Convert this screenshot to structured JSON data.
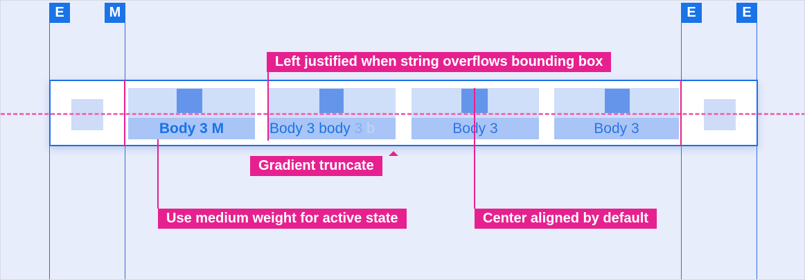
{
  "markers": [
    {
      "label": "E"
    },
    {
      "label": "M"
    },
    {
      "label": "E"
    },
    {
      "label": "E"
    }
  ],
  "tab_bar": {
    "tabs": [
      {
        "label": "Body 3 M",
        "state": "active",
        "align": "center"
      },
      {
        "label": "Body 3 body 3 b",
        "align": "left",
        "truncation": "gradient",
        "segments": [
          {
            "text": "Body 3 body ",
            "color": "#1a73e8"
          },
          {
            "text": "3",
            "color": "#84abf1"
          },
          {
            "text": " b",
            "color": "#c3d5fa"
          }
        ]
      },
      {
        "label": "Body 3",
        "align": "center"
      },
      {
        "label": "Body 3",
        "align": "center"
      }
    ]
  },
  "annotations": {
    "left_justified": "Left justified when string overflows bounding box",
    "gradient_truncate": "Gradient truncate",
    "medium_weight": "Use medium weight for active state",
    "center_aligned": "Center aligned by default"
  },
  "colors": {
    "accent_blue": "#1a73e8",
    "guide_blue": "#2e6fde",
    "annotation_pink": "#e6218f",
    "baseline_pink": "#ee6eb5",
    "tab_icon_blue": "#6595eb",
    "tab_icon_row_bg": "#cfdef9",
    "tab_label_row_bg": "#a9c5f7",
    "placeholder_square": "#cedcf8",
    "canvas_bg": "#e8edfb"
  }
}
